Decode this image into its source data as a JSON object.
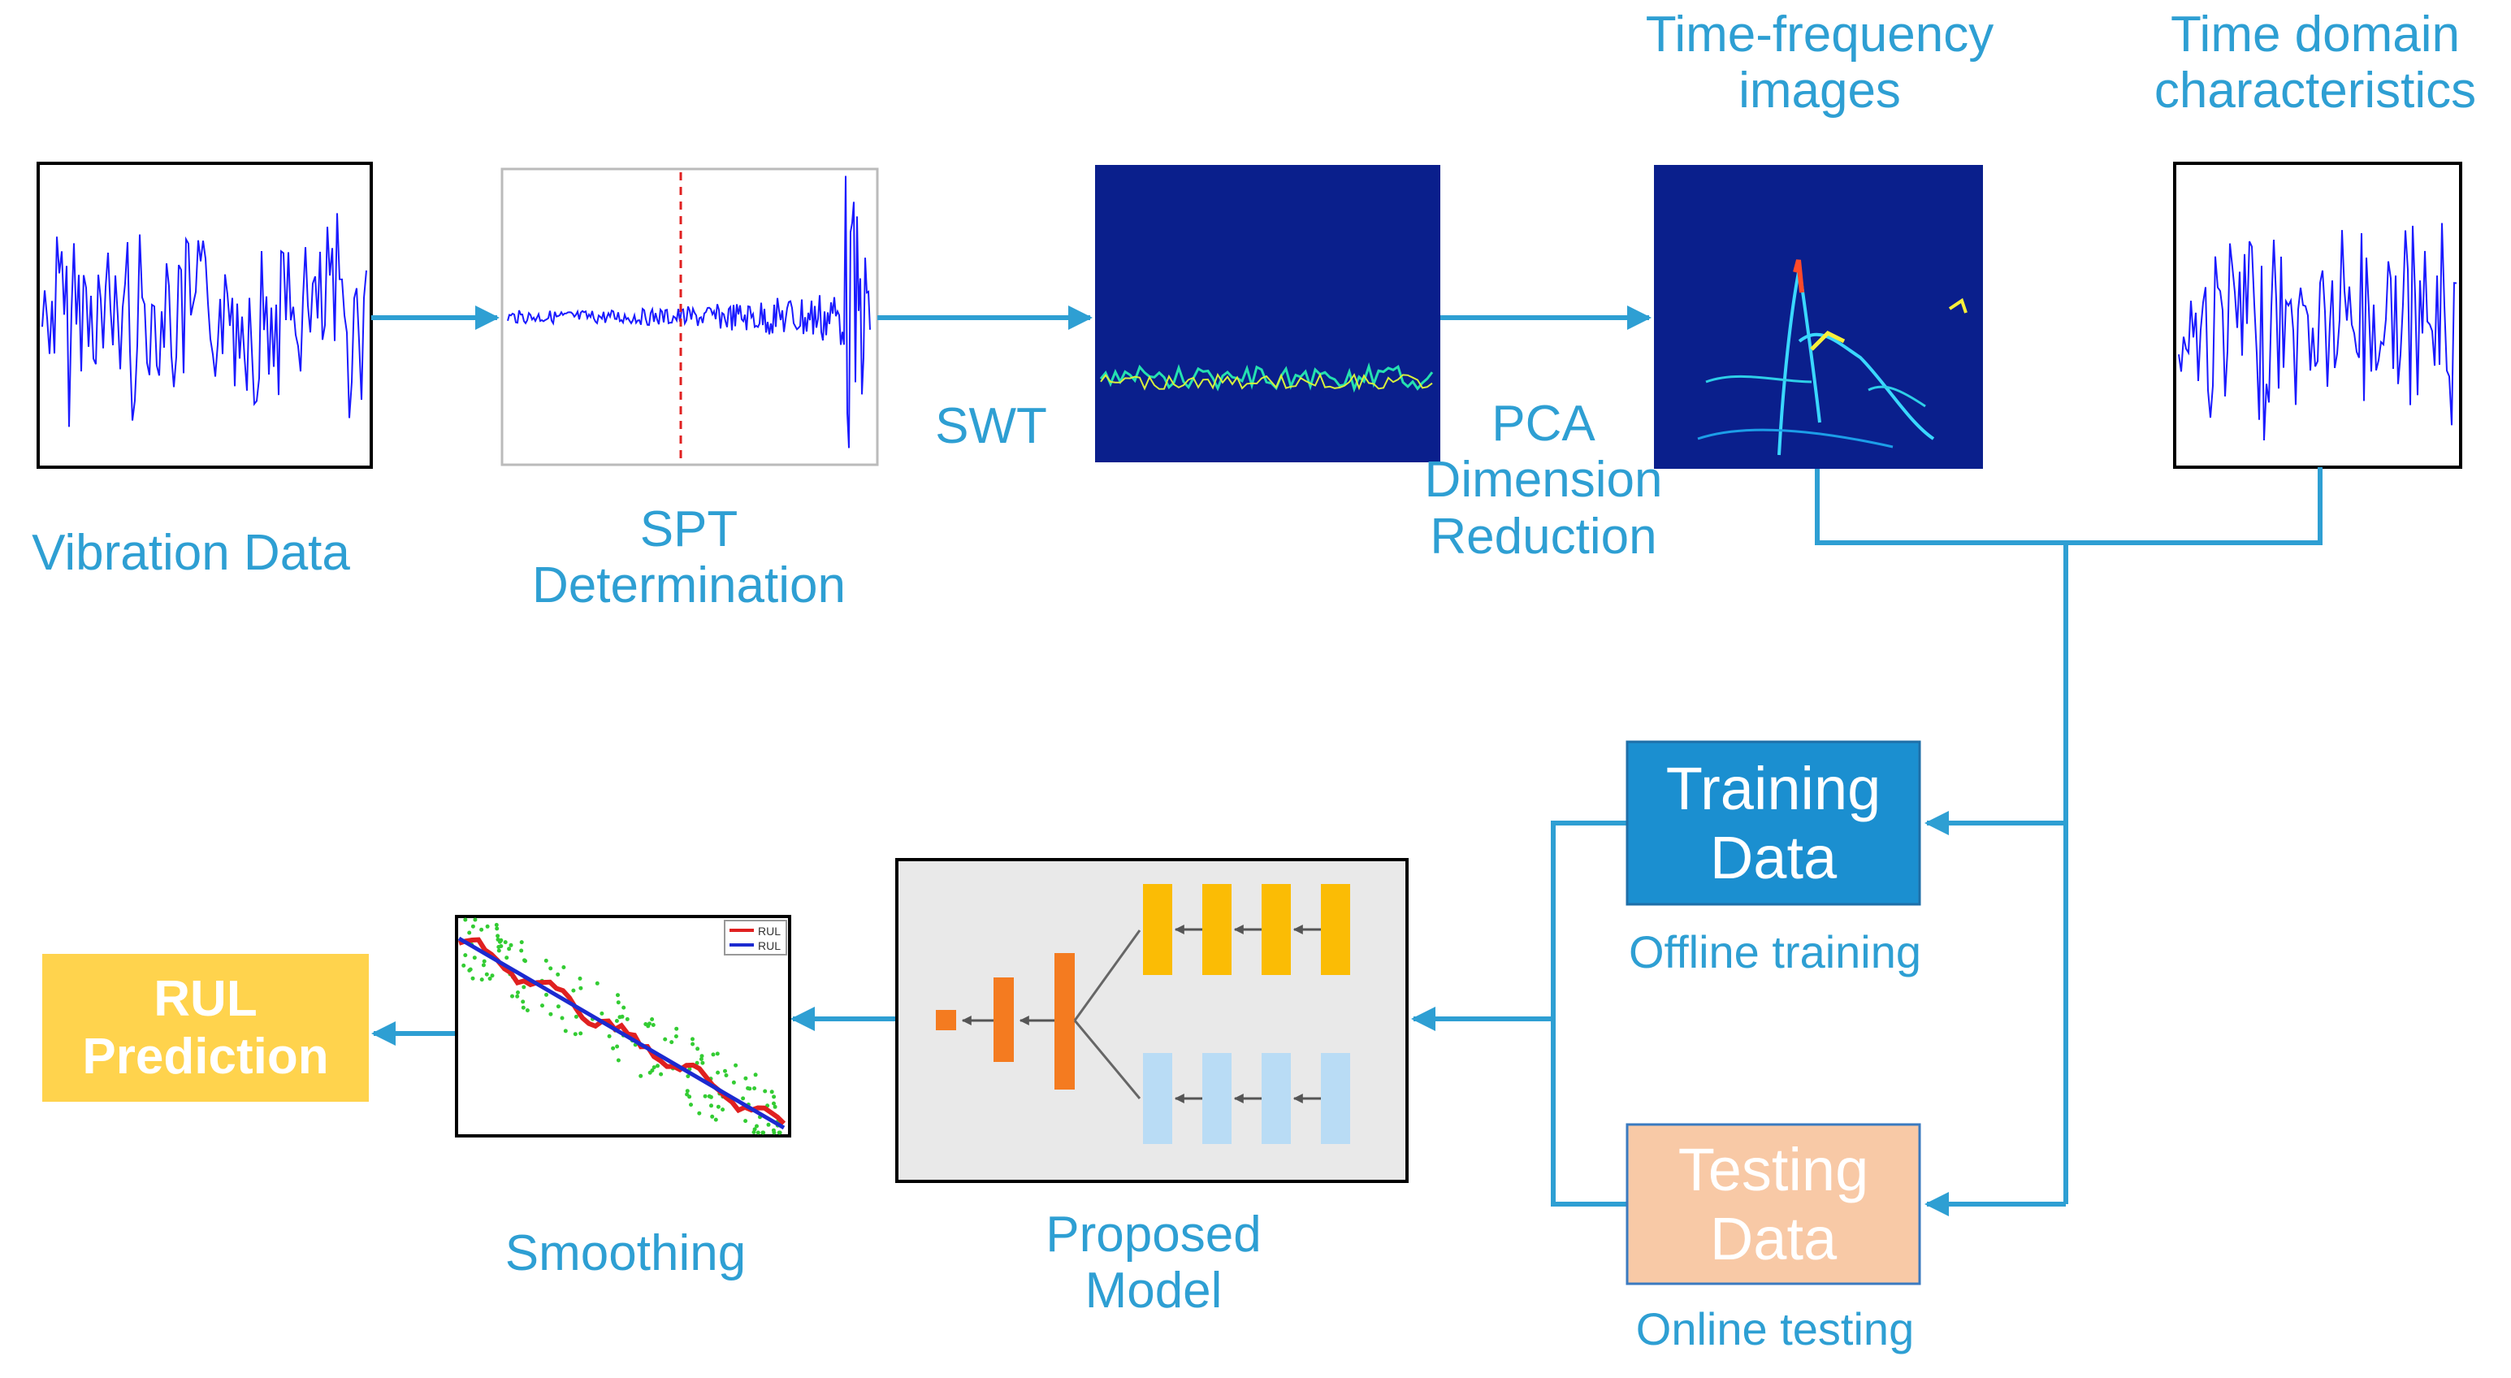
{
  "colors": {
    "flow": "#2e9fd3",
    "label": "#2e9fd3",
    "signal": "#1a1aff",
    "spectrogram_bg": "#0a1f8c",
    "training_box": "#1b8fd0",
    "testing_box": "#f8c9a6",
    "rul_box": "#ffd34d",
    "model_bg": "#e9e9e9",
    "encoder_block": "#fbbc05",
    "decoder_block": "#b9dcf5",
    "head_block": "#f47b20",
    "rul_line": "#e02020",
    "fit_line": "#1c2ad0",
    "scatter": "#33cc33"
  },
  "nodes": {
    "vibration_data": {
      "label": "Vibration Data"
    },
    "spt": {
      "label_line1": "SPT",
      "label_line2": "Determination"
    },
    "swt": {
      "label": "SWT"
    },
    "pca": {
      "label_line1": "PCA",
      "label_line2": "Dimension",
      "label_line3": "Reduction"
    },
    "tf_images": {
      "label_line1": "Time-frequency",
      "label_line2": "images"
    },
    "time_domain": {
      "label_line1": "Time domain",
      "label_line2": "characteristics"
    },
    "training": {
      "line1": "Training",
      "line2": "Data",
      "caption": "Offline training"
    },
    "testing": {
      "line1": "Testing",
      "line2": "Data",
      "caption": "Online testing"
    },
    "model": {
      "label_line1": "Proposed",
      "label_line2": "Model"
    },
    "smoothing": {
      "label": "Smoothing",
      "legend": [
        "RUL",
        "RUL"
      ]
    },
    "rul": {
      "line1": "RUL",
      "line2": "Prediction"
    }
  }
}
